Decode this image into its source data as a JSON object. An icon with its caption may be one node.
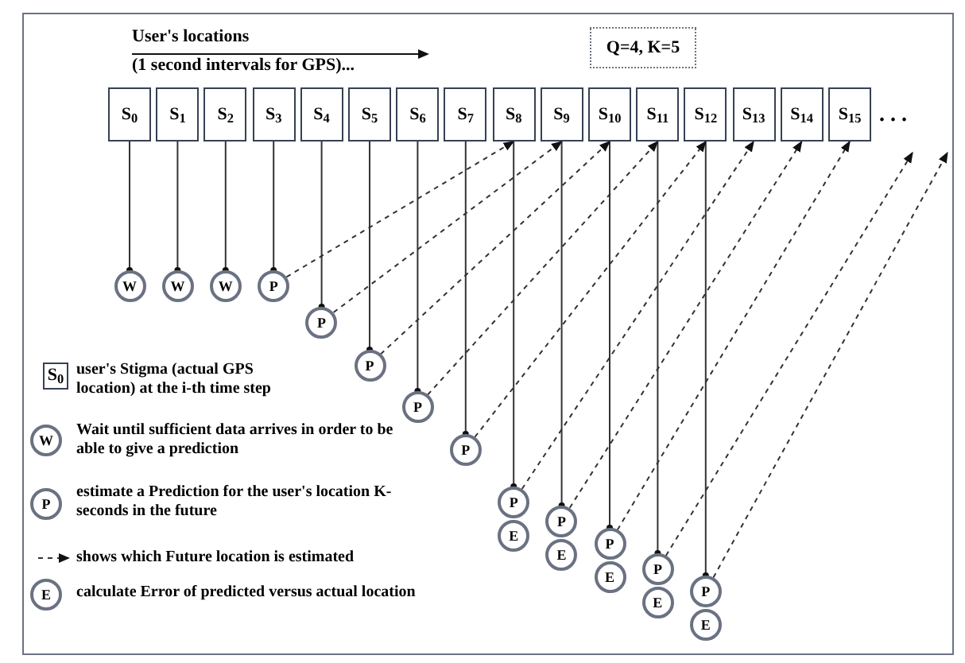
{
  "diagram": {
    "nodes": [
      {
        "text": [
          "Q=4, K=5"
        ]
      },
      {
        "text": [
          "S$_{0}$"
        ]
      },
      {
        "text": [
          "S$_{1}$"
        ]
      },
      {
        "text": [
          "S$_{2}$"
        ]
      },
      {
        "text": [
          "S$_{3}$"
        ]
      },
      {
        "text": [
          "S$_{4}$"
        ]
      },
      {
        "text": [
          "S$_{5}$"
        ]
      },
      {
        "text": [
          "S$_{6}$"
        ]
      },
      {
        "text": [
          "S$_{7}$"
        ]
      },
      {
        "text": [
          "S$_{8}$"
        ]
      },
      {
        "text": [
          "S$_{9}$"
        ]
      },
      {
        "text": [
          "S$_{10}$"
        ]
      },
      {
        "text": [
          "S$_{11}$"
        ]
      },
      {
        "text": [
          "S$_{12}$"
        ]
      },
      {
        "text": [
          "S$_{13}$"
        ]
      },
      {
        "text": [
          "S$_{14}$"
        ]
      },
      {
        "text": [
          "S$_{15}$"
        ]
      },
      {
        "text": [
          "W"
        ]
      },
      {
        "text": [
          "W"
        ]
      },
      {
        "text": [
          "W"
        ]
      },
      {
        "text": [
          "P"
        ]
      },
      {
        "text": [
          "P"
        ]
      },
      {
        "text": [
          "P"
        ]
      },
      {
        "text": [
          "P"
        ]
      },
      {
        "text": [
          "P"
        ]
      },
      {
        "text": [
          "P"
        ]
      },
      {
        "text": [
          "E"
        ]
      },
      {
        "text": [
          "P"
        ]
      },
      {
        "text": [
          "E"
        ]
      },
      {
        "text": [
          "P"
        ]
      },
      {
        "text": [
          "E"
        ]
      },
      {
        "text": [
          "P"
        ]
      },
      {
        "text": [
          "E"
        ]
      },
      {
        "text": [
          "P"
        ]
      },
      {
        "text": [
          "E"
        ]
      },
      {
        "text": [
          "S$_{0}$"
        ],
        "beside": [
          "user's Stigma (actual GPS location) at the i-th time step"
        ]
      },
      {
        "text": [
          "W"
        ],
        "beside": [
          "Wait until sufficient data arrives in order to be able to give a prediction"
        ]
      },
      {
        "text": [
          "P"
        ],
        "beside": [
          "estimate a Prediction for the user's location K-seconds in the future"
        ]
      },
      {
        "text": [
          "E"
        ],
        "beside": [
          "calculate Error of predicted versus actual location"
        ]
      }
    ],
    "edges": [
      {
        "from": 1,
        "to": 17,
        "arrow": "other"
      },
      {
        "from": 2,
        "to": 18,
        "arrow": "other"
      },
      {
        "from": 3,
        "to": 19,
        "arrow": "other"
      },
      {
        "from": 4,
        "to": 20,
        "arrow": "other"
      },
      {
        "from": 5,
        "to": 21,
        "arrow": "other"
      },
      {
        "from": 6,
        "to": 22,
        "arrow": "other"
      },
      {
        "from": 7,
        "to": 23,
        "arrow": "other"
      },
      {
        "from": 8,
        "to": 24,
        "arrow": "other"
      },
      {
        "from": 9,
        "to": 25,
        "arrow": "other"
      },
      {
        "from": 10,
        "to": 27,
        "arrow": "other"
      },
      {
        "from": 11,
        "to": 29,
        "arrow": "other"
      },
      {
        "from": 12,
        "to": 31,
        "arrow": "other"
      },
      {
        "from": 13,
        "to": 33,
        "arrow": "other"
      },
      {
        "from": 20,
        "to": 9,
        "arrow": "to",
        "style": "dashed"
      },
      {
        "from": 21,
        "to": 10,
        "arrow": "to",
        "style": "dashed"
      },
      {
        "from": 22,
        "to": 11,
        "arrow": "to",
        "style": "dashed"
      },
      {
        "from": 23,
        "to": 12,
        "arrow": "to",
        "style": "dashed"
      },
      {
        "from": 24,
        "to": 13,
        "arrow": "to",
        "style": "dashed"
      },
      {
        "from": 25,
        "to": 14,
        "arrow": "to",
        "style": "dashed"
      },
      {
        "from": 27,
        "to": 15,
        "arrow": "to",
        "style": "dashed"
      },
      {
        "from": 29,
        "to": 16,
        "arrow": "to",
        "style": "dashed"
      },
      {
        "from": 31,
        "to": null,
        "arrow": "to",
        "style": "dashed"
      },
      {
        "from": 33,
        "to": null,
        "arrow": "to",
        "style": "dashed"
      }
    ],
    "labels": [
      "User's locations",
      "(1 second intervals for GPS)...",
      ". . ."
    ],
    "legend": [
      {
        "text": "shows which Future location is estimated"
      }
    ]
  }
}
